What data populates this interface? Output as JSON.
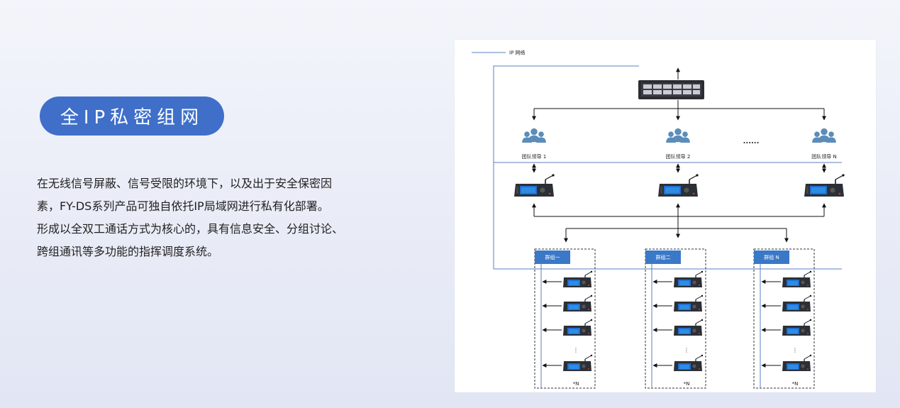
{
  "title": "全IP私密组网",
  "description": [
    "在无线信号屏蔽、信号受限的环境下，以及出于安全保密因",
    "素，FY-DS系列产品可独自依托IP局域网进行私有化部署。",
    "形成以全双工通话方式为核心的，具有信息安全、分组讨论、",
    "跨组通讯等多功能的指挥调度系统。"
  ],
  "diagram": {
    "legend": "IP 网络",
    "leaders": [
      "团队领导 1",
      "团队领导 2",
      "团队领导 N"
    ],
    "ellipsis": "......",
    "groups": [
      "群组一",
      "群组二",
      "群组 N"
    ],
    "multiplier": "*N",
    "colors": {
      "accent": "#3f6fc9",
      "network_line": "#5b7fc2",
      "group_tag": "#3a78c8"
    }
  }
}
